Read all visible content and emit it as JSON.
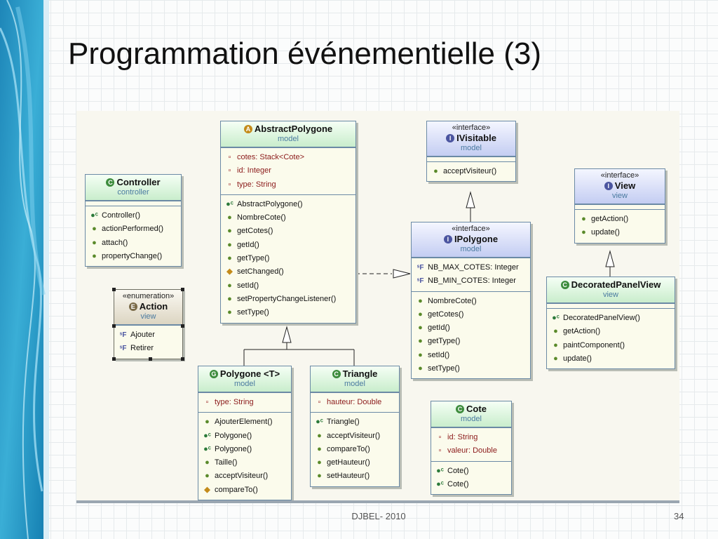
{
  "slide": {
    "title": "Programmation événementielle (3)",
    "footer": "DJBEL- 2010",
    "page_number": "34"
  },
  "diagram": {
    "boxes": {
      "abstract_polygone": {
        "name": "AbstractPolygone",
        "package": "model",
        "icon": "abstract-class-icon",
        "fields": [
          "cotes: Stack<Cote>",
          "id: Integer",
          "type: String"
        ],
        "methods": [
          "AbstractPolygone()",
          "NombreCote()",
          "getCotes()",
          "getId()",
          "getType()",
          "setChanged()",
          "setId()",
          "setPropertyChangeListener()",
          "setType()"
        ]
      },
      "controller": {
        "name": "Controller",
        "package": "controller",
        "icon": "class-icon",
        "methods": [
          "Controller()",
          "actionPerformed()",
          "attach()",
          "propertyChange()"
        ]
      },
      "action": {
        "stereotype": "«enumeration»",
        "name": "Action",
        "package": "view",
        "icon": "enum-icon",
        "literals": [
          "Ajouter",
          "Retirer"
        ]
      },
      "ivisitable": {
        "stereotype": "«interface»",
        "name": "IVisitable",
        "package": "model",
        "icon": "interface-icon",
        "methods": [
          "acceptVisiteur()"
        ]
      },
      "view": {
        "stereotype": "«interface»",
        "name": "View",
        "package": "view",
        "icon": "interface-icon",
        "methods": [
          "getAction()",
          "update()"
        ]
      },
      "ipolygone": {
        "stereotype": "«interface»",
        "name": "IPolygone",
        "package": "model",
        "icon": "interface-icon",
        "constants": [
          "NB_MAX_COTES: Integer",
          "NB_MIN_COTES: Integer"
        ],
        "methods": [
          "NombreCote()",
          "getCotes()",
          "getId()",
          "getType()",
          "setId()",
          "setType()"
        ]
      },
      "decorated_panel_view": {
        "name": "DecoratedPanelView",
        "package": "view",
        "icon": "class-icon",
        "methods": [
          "DecoratedPanelView()",
          "getAction()",
          "paintComponent()",
          "update()"
        ]
      },
      "polygone": {
        "name": "Polygone <T>",
        "package": "model",
        "icon": "class-icon",
        "fields": [
          "type: String"
        ],
        "methods": [
          "AjouterElement()",
          "Polygone()",
          "Polygone()",
          "Taille()",
          "acceptVisiteur()",
          "compareTo()"
        ]
      },
      "triangle": {
        "name": "Triangle",
        "package": "model",
        "icon": "class-icon",
        "fields": [
          "hauteur: Double"
        ],
        "methods": [
          "Triangle()",
          "acceptVisiteur()",
          "compareTo()",
          "getHauteur()",
          "setHauteur()"
        ]
      },
      "cote": {
        "name": "Cote",
        "package": "model",
        "icon": "class-icon",
        "fields": [
          "id: String",
          "valeur: Double"
        ],
        "methods": [
          "Cote()",
          "Cote()"
        ]
      }
    }
  }
}
